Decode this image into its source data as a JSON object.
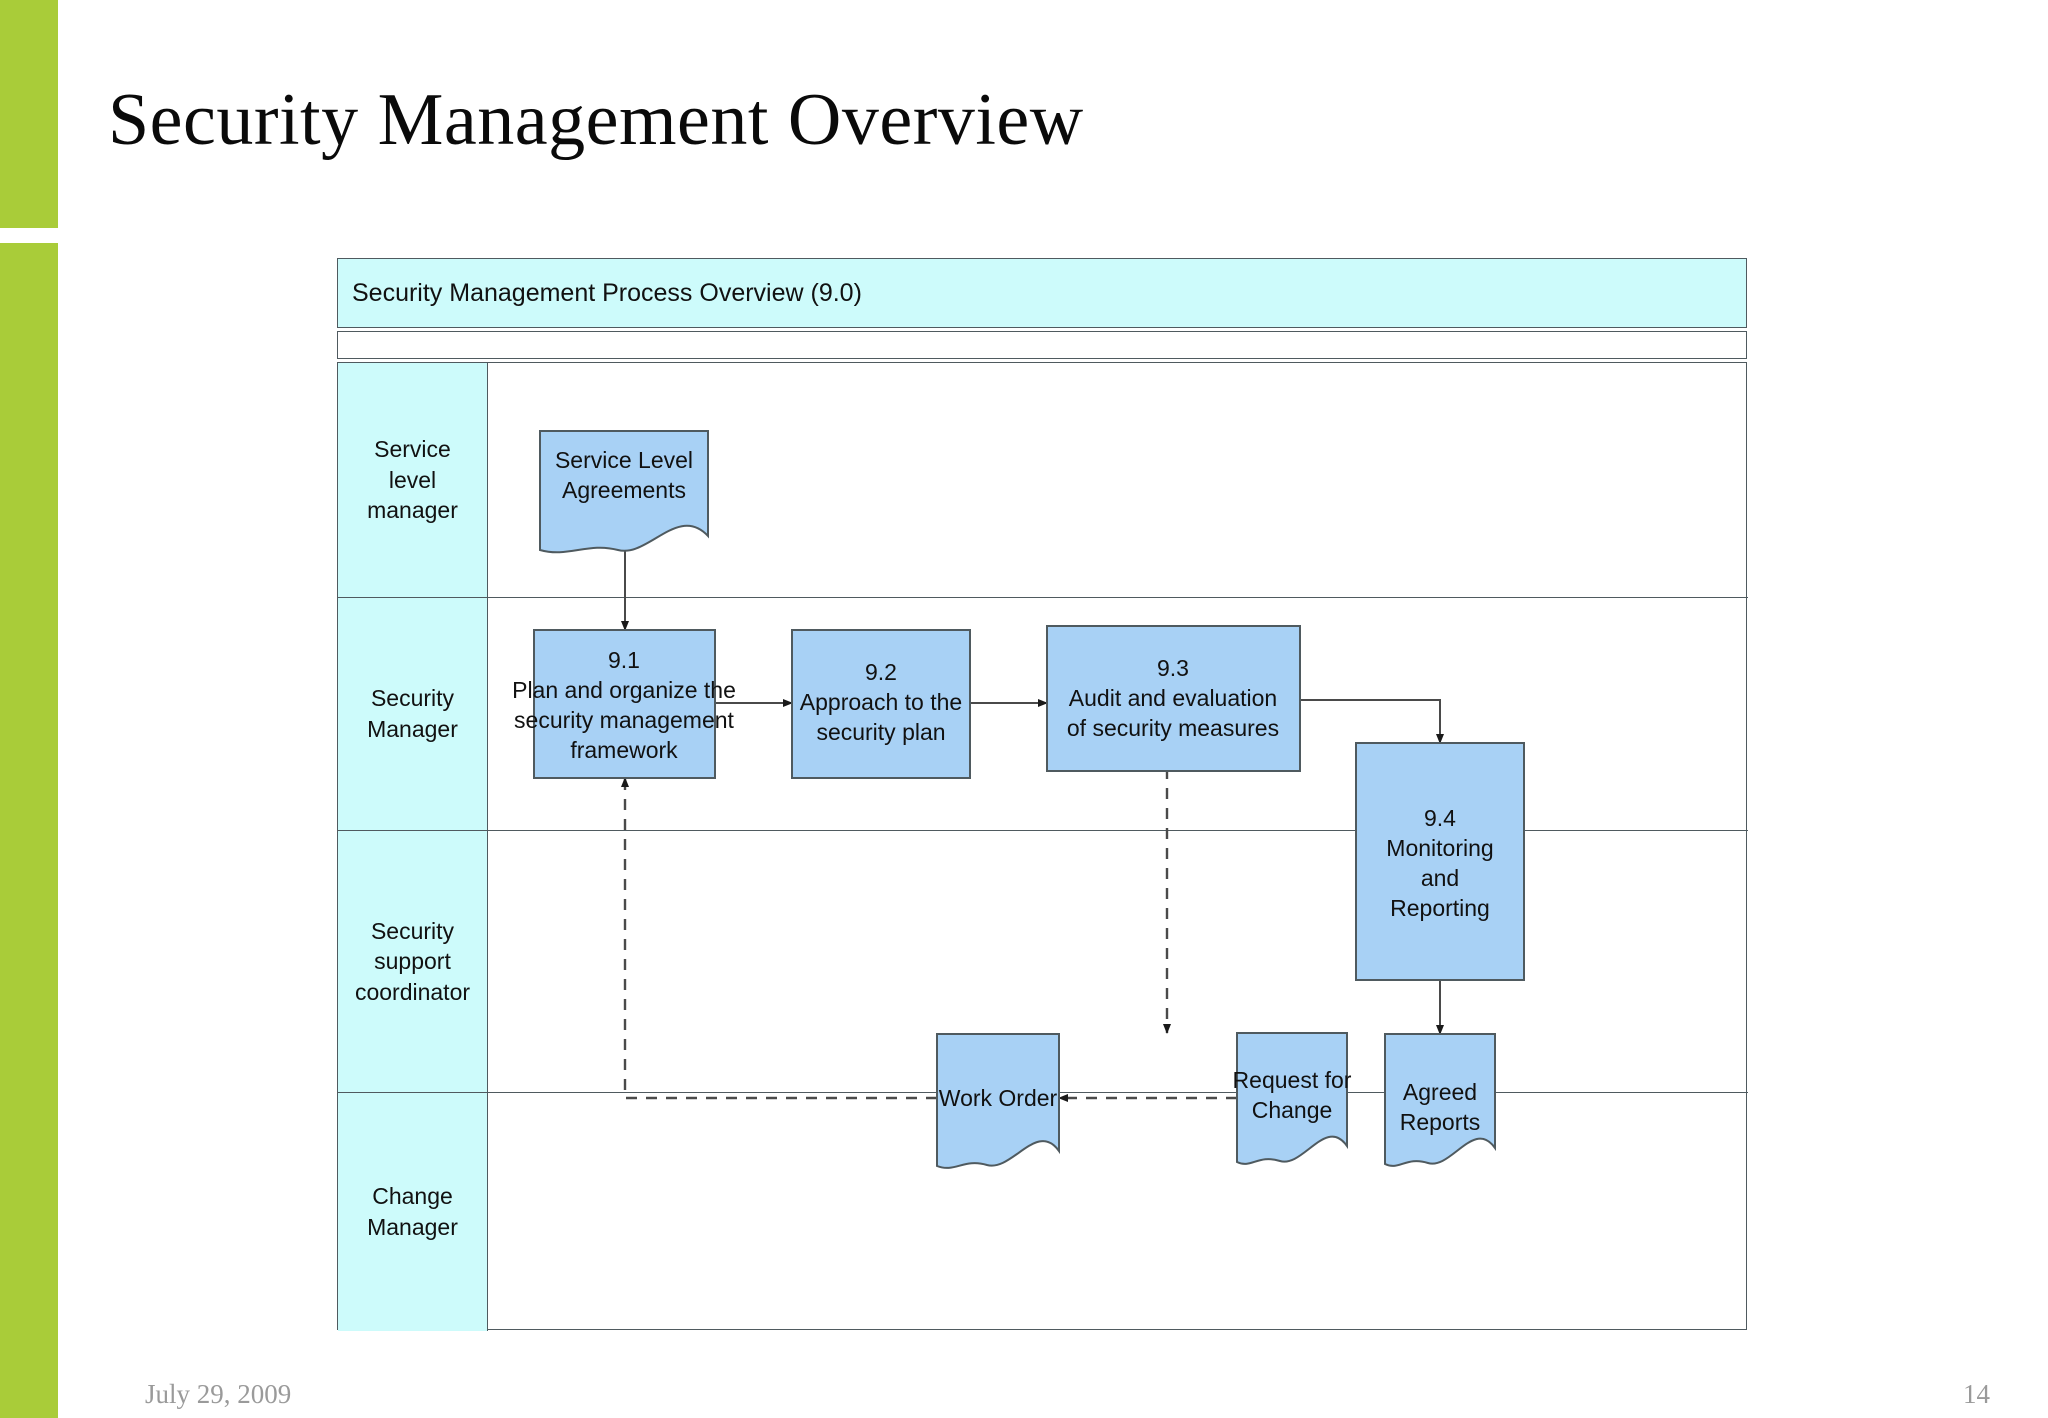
{
  "slide": {
    "title": "Security Management Overview",
    "footer_date": "July 29, 2009",
    "page_number": "14",
    "accent_color": "#a9cc39"
  },
  "diagram": {
    "banner_title": "Security Management Process Overview (9.0)",
    "lane_fill": "#cdfbfb",
    "node_fill": "#a8d1f5",
    "border_color": "#4f5a5f",
    "lanes": [
      {
        "id": "service-level-manager",
        "label": "Service\nlevel\nmanager"
      },
      {
        "id": "security-manager",
        "label": "Security\nManager"
      },
      {
        "id": "security-support-coordinator",
        "label": "Security\nsupport\ncoordinator"
      },
      {
        "id": "change-manager",
        "label": "Change\nManager"
      }
    ],
    "nodes": [
      {
        "id": "service-level-agreements",
        "type": "document",
        "lane": "service-level-manager",
        "lines": [
          "Service Level",
          "Agreements"
        ]
      },
      {
        "id": "process-9-1",
        "type": "process",
        "lane": "security-manager",
        "number": "9.1",
        "lines": [
          "Plan and organize the",
          "security management",
          "framework"
        ]
      },
      {
        "id": "process-9-2",
        "type": "process",
        "lane": "security-manager",
        "number": "9.2",
        "lines": [
          "Approach to the",
          "security plan"
        ]
      },
      {
        "id": "process-9-3",
        "type": "process",
        "lane": "security-manager",
        "number": "9.3",
        "lines": [
          "Audit and evaluation",
          "of security measures"
        ]
      },
      {
        "id": "process-9-4",
        "type": "process",
        "lane": "security-support-coordinator",
        "number": "9.4",
        "lines": [
          "Monitoring",
          "and",
          "Reporting"
        ]
      },
      {
        "id": "work-order",
        "type": "document",
        "lane": "change-manager",
        "lines": [
          "Work Order"
        ]
      },
      {
        "id": "request-for-change",
        "type": "document",
        "lane": "change-manager",
        "lines": [
          "Request for",
          "Change"
        ]
      },
      {
        "id": "agreed-reports",
        "type": "document",
        "lane": "change-manager",
        "lines": [
          "Agreed",
          "Reports"
        ]
      }
    ],
    "connectors": [
      {
        "id": "sla-to-9-1",
        "from": "service-level-agreements",
        "to": "process-9-1",
        "style": "solid"
      },
      {
        "id": "9-1-to-9-2",
        "from": "process-9-1",
        "to": "process-9-2",
        "style": "solid"
      },
      {
        "id": "9-2-to-9-3",
        "from": "process-9-2",
        "to": "process-9-3",
        "style": "solid"
      },
      {
        "id": "9-3-to-9-4",
        "from": "process-9-3",
        "to": "process-9-4",
        "style": "solid"
      },
      {
        "id": "9-4-to-agreed",
        "from": "process-9-4",
        "to": "agreed-reports",
        "style": "solid"
      },
      {
        "id": "9-3-to-rfc",
        "from": "process-9-3",
        "to": "request-for-change",
        "style": "dashed"
      },
      {
        "id": "rfc-to-work-order",
        "from": "request-for-change",
        "to": "work-order",
        "style": "dashed"
      },
      {
        "id": "work-order-to-9-1",
        "from": "work-order",
        "to": "process-9-1",
        "style": "dashed"
      }
    ]
  }
}
